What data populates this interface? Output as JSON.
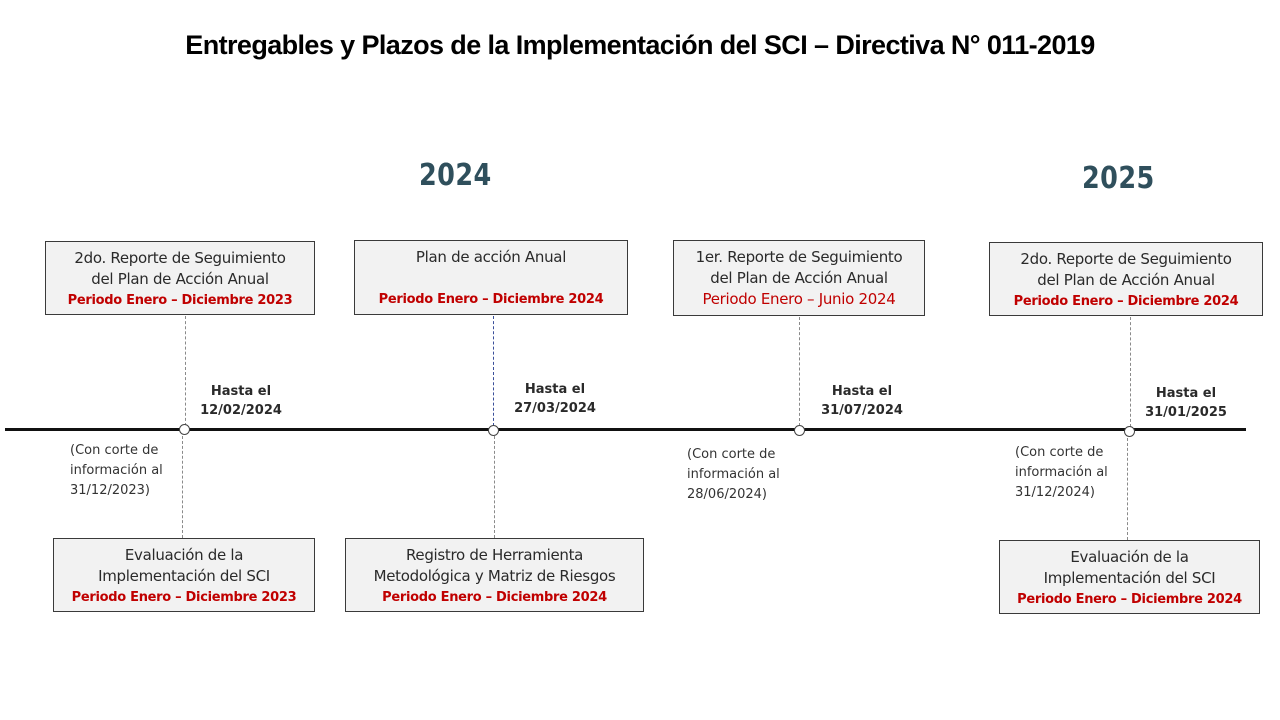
{
  "title": "Entregables y Plazos de la Implementación del SCI – Directiva N° 011-2019",
  "years": [
    "2024",
    "2025"
  ],
  "colors": {
    "period": "#c00000",
    "year": "#2f4f5c",
    "box_fill": "#f2f2f2"
  },
  "top_boxes": [
    {
      "lines": [
        "2do. Reporte de Seguimiento",
        "del Plan de Acción Anual"
      ],
      "period": "Periodo Enero – Diciembre 2023"
    },
    {
      "lines": [
        "Plan de acción Anual"
      ],
      "period": "Periodo Enero – Diciembre 2024"
    },
    {
      "lines": [
        "1er. Reporte de Seguimiento",
        "del Plan de Acción Anual"
      ],
      "period": "Periodo Enero – Junio 2024"
    },
    {
      "lines": [
        "2do. Reporte de Seguimiento",
        "del Plan de Acción Anual"
      ],
      "period": "Periodo Enero – Diciembre 2024"
    }
  ],
  "bottom_boxes": [
    {
      "lines": [
        "Evaluación de la",
        "Implementación del SCI"
      ],
      "period": "Periodo Enero – Diciembre 2023"
    },
    {
      "lines": [
        "Registro de Herramienta",
        "Metodológica y Matriz de Riesgos"
      ],
      "period": "Periodo Enero – Diciembre 2024"
    },
    {
      "lines": [
        "Evaluación de la",
        "Implementación del SCI"
      ],
      "period": "Periodo Enero – Diciembre 2024"
    }
  ],
  "deadlines": [
    {
      "label": "Hasta el",
      "date": "12/02/2024"
    },
    {
      "label": "Hasta el",
      "date": "27/03/2024"
    },
    {
      "label": "Hasta el",
      "date": "31/07/2024"
    },
    {
      "label": "Hasta el",
      "date": "31/01/2025"
    }
  ],
  "cutoffs": [
    {
      "lines": [
        "(Con corte de",
        "información al",
        "31/12/2023)"
      ]
    },
    {
      "lines": [
        "(Con corte de",
        "información al",
        "28/06/2024)"
      ]
    },
    {
      "lines": [
        "(Con corte de",
        "información al",
        "31/12/2024)"
      ]
    }
  ]
}
